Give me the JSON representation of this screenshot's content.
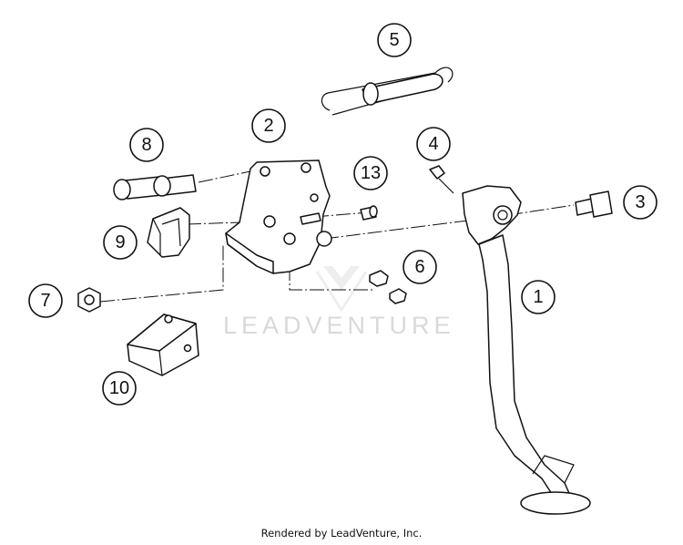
{
  "diagram": {
    "callouts": [
      "1",
      "2",
      "3",
      "4",
      "5",
      "6",
      "7",
      "8",
      "9",
      "10",
      "13"
    ],
    "watermark": "LEADVENTURE",
    "footer": "Rendered by LeadVenture, Inc."
  }
}
